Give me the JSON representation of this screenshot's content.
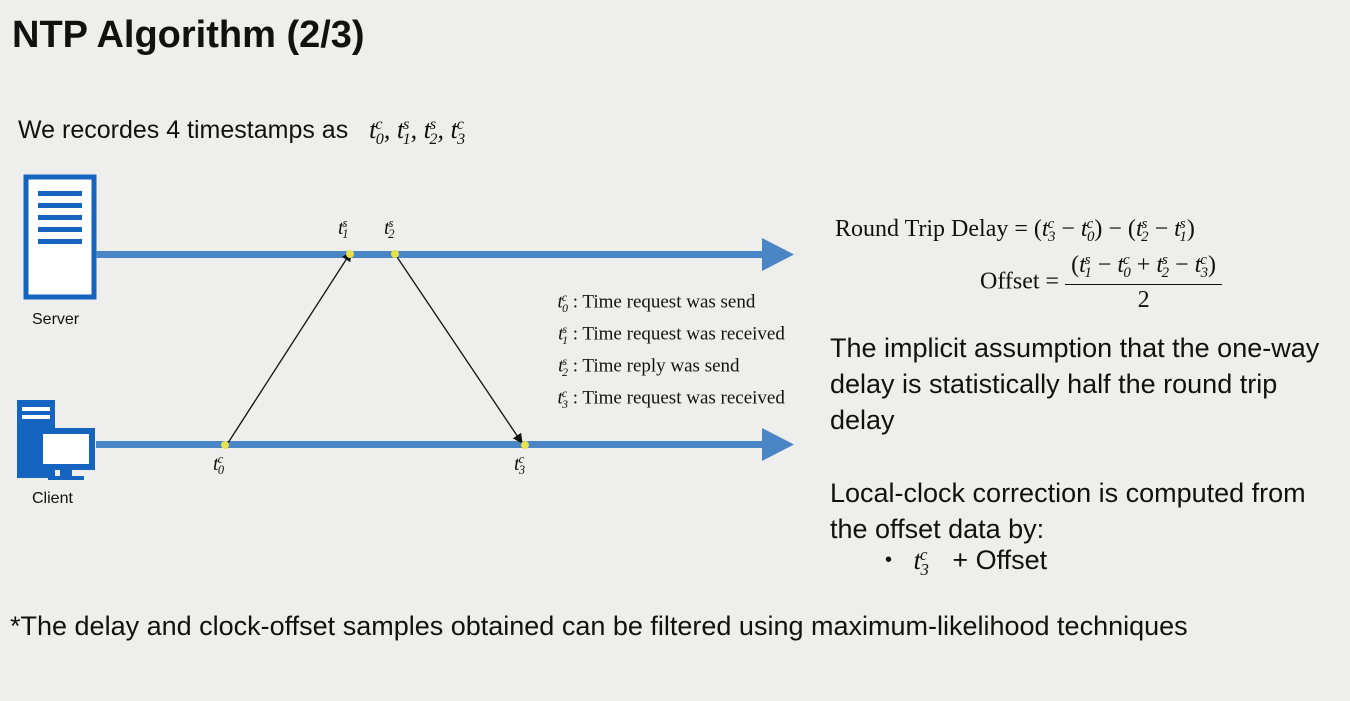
{
  "title": "NTP Algorithm (2/3)",
  "intro": {
    "text": "We recordes 4 timestamps as",
    "timestamps": [
      "t0c",
      "t1s",
      "t2s",
      "t3c"
    ]
  },
  "nodes": {
    "server_label": "Server",
    "client_label": "Client"
  },
  "timeline_colors": {
    "line": "#4a86c6",
    "node_blue": "#1565c0",
    "event_dot": "#e6e04a"
  },
  "legend": [
    {
      "symbol": "t0c",
      "text": ": Time request was send"
    },
    {
      "symbol": "t1s",
      "text": ": Time request was received"
    },
    {
      "symbol": "t2s",
      "text": ": Time reply was send"
    },
    {
      "symbol": "t3c",
      "text": ": Time request was received"
    }
  ],
  "formulas": {
    "round_trip_label": "Round Trip Delay",
    "offset_label": "Offset",
    "offset_denominator": "2"
  },
  "assumption": "The implicit assumption that the one-way delay is statistically half the round trip delay",
  "correction": {
    "text": "Local-clock correction is computed from the offset data by:",
    "bullet_suffix": "+ Offset"
  },
  "footnote": "*The delay and clock-offset samples obtained can be filtered using maximum-likelihood techniques"
}
